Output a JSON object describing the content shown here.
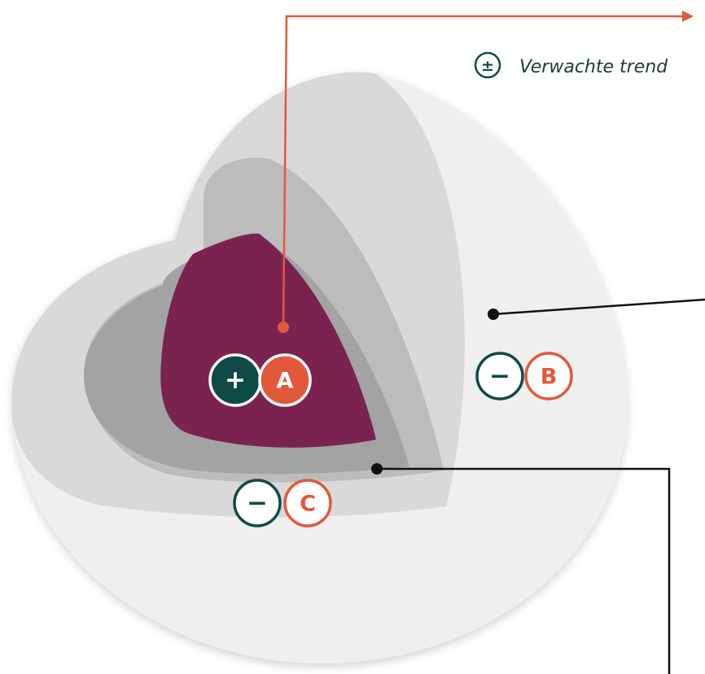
{
  "legend": {
    "symbol": "±",
    "text": "Verwachte trend"
  },
  "layers": [
    {
      "id": "A",
      "trend": "+",
      "color": "#7a2350"
    },
    {
      "id": "B",
      "trend": "−",
      "color": "#efefef"
    },
    {
      "id": "C",
      "trend": "−",
      "color": "#a3a3a3"
    }
  ],
  "colors": {
    "accent": "#e2583b",
    "trend": "#0f4a47",
    "leader": "#111111"
  }
}
